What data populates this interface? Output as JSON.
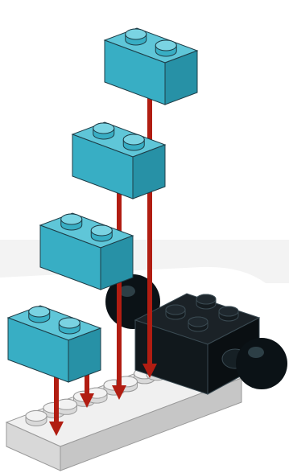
{
  "diagram": {
    "kind": "assembly-instruction",
    "colors": {
      "teal_top": "#5fc6d8",
      "teal_front": "#38aec4",
      "teal_side": "#2791a6",
      "teal_stud": "#7ad3e2",
      "white_top": "#f2f2f2",
      "white_front": "#d9d9d9",
      "white_side": "#c4c4c4",
      "black_top": "#1b2126",
      "black_side": "#0c1114",
      "ball": "#0a1014",
      "arrow": "#b11d12",
      "watermark": "#eeeeee",
      "outline": "#1e3d47"
    },
    "parts": [
      {
        "name": "teal-brick-1x2",
        "count": 4
      },
      {
        "name": "white-plate-2x6",
        "count": 1
      },
      {
        "name": "black-brick-2x2-with-balls",
        "count": 1
      }
    ],
    "arrows": {
      "count": 4,
      "direction": "down"
    }
  }
}
